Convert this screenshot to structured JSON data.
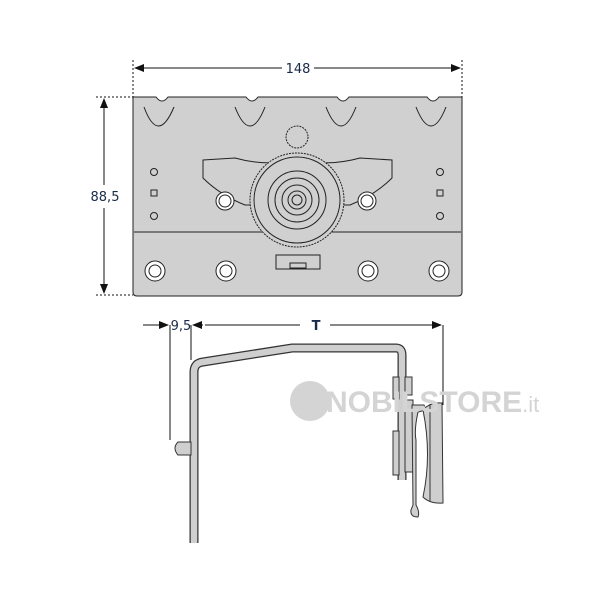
{
  "dimensions": {
    "width": "148",
    "height": "88,5",
    "offset": "9,5",
    "depth": "T"
  },
  "watermark": {
    "brand": "NOBILSTORE",
    "suffix": ".it"
  },
  "colors": {
    "part_fill": "#d0d0d0",
    "line": "#222222",
    "watermark": "#d4d4d4"
  }
}
